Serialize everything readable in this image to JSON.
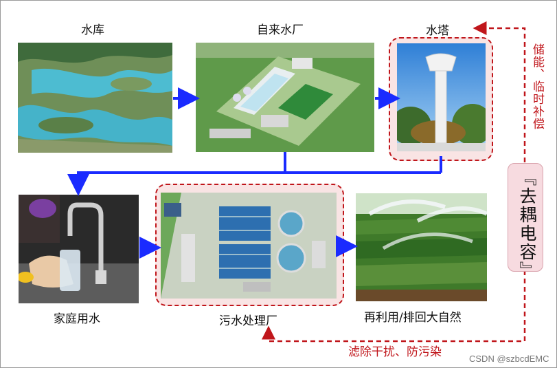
{
  "nodes": {
    "reservoir": {
      "label": "水库"
    },
    "plant": {
      "label": "自来水厂"
    },
    "tower": {
      "label": "水塔"
    },
    "home": {
      "label": "家庭用水"
    },
    "sewage": {
      "label": "污水处理厂"
    },
    "reuse": {
      "label": "再利用/排回大自然"
    }
  },
  "annotations": {
    "storage_text": "储能、临时补偿",
    "filter_text": "滤除干扰、防污染"
  },
  "callout": {
    "text": "『去耦电容』"
  },
  "watermark": "CSDN @szbcdEMC",
  "colors": {
    "flow_arrow": "#1a2bff",
    "feedback_dashed": "#c0161b",
    "callout_fill": "#f7dbe0"
  }
}
